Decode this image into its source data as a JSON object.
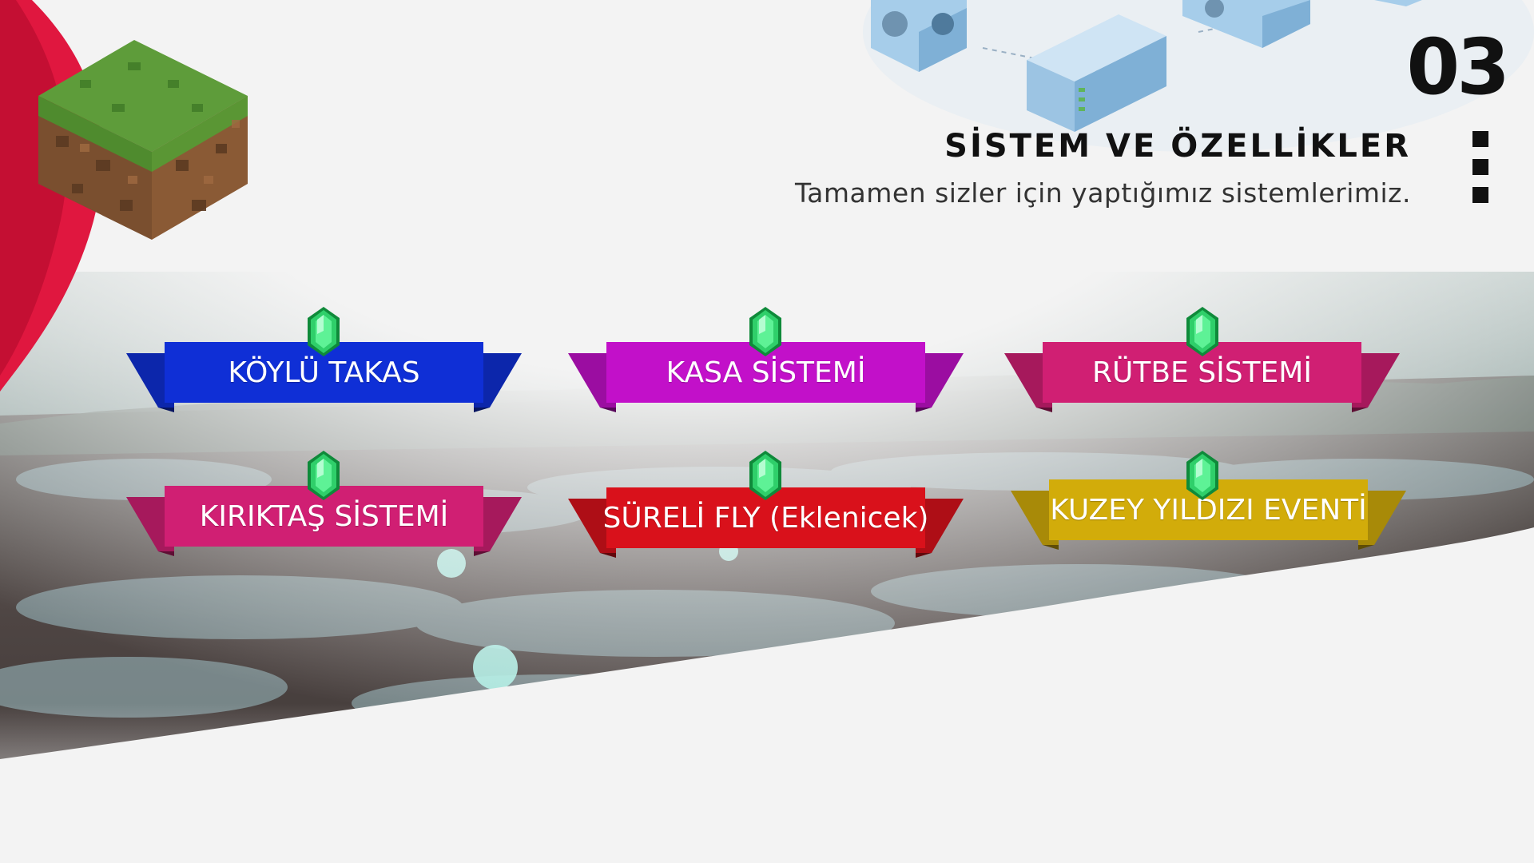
{
  "header": {
    "number": "03",
    "title": "SİSTEM VE ÖZELLİKLER",
    "subtitle": "Tamamen sizler için yaptığımız sistemlerimiz."
  },
  "icons": {
    "logo": "grass-block-icon",
    "servers": "server-icon",
    "gem": "emerald-icon",
    "dots": "vertical-dots-icon"
  },
  "colors": {
    "swoosh": "#e0173f",
    "blue": "#0f2fd6",
    "purple": "#c210c9",
    "pink": "#d01f73",
    "red": "#d9111b",
    "gold": "#d2ac0a"
  },
  "features": [
    {
      "label": "KÖYLÜ TAKAS",
      "color": "#0f2fd6"
    },
    {
      "label": "KASA SİSTEMİ",
      "color": "#c210c9"
    },
    {
      "label": "RÜTBE SİSTEMİ",
      "color": "#d01f73"
    },
    {
      "label": "KIRIKTAŞ SİSTEMİ",
      "color": "#d01f73"
    },
    {
      "label": "SÜRELİ FLY (Eklenicek)",
      "color": "#d9111b"
    },
    {
      "label": "KUZEY YILDIZI EVENTİ",
      "color": "#d2ac0a"
    }
  ]
}
